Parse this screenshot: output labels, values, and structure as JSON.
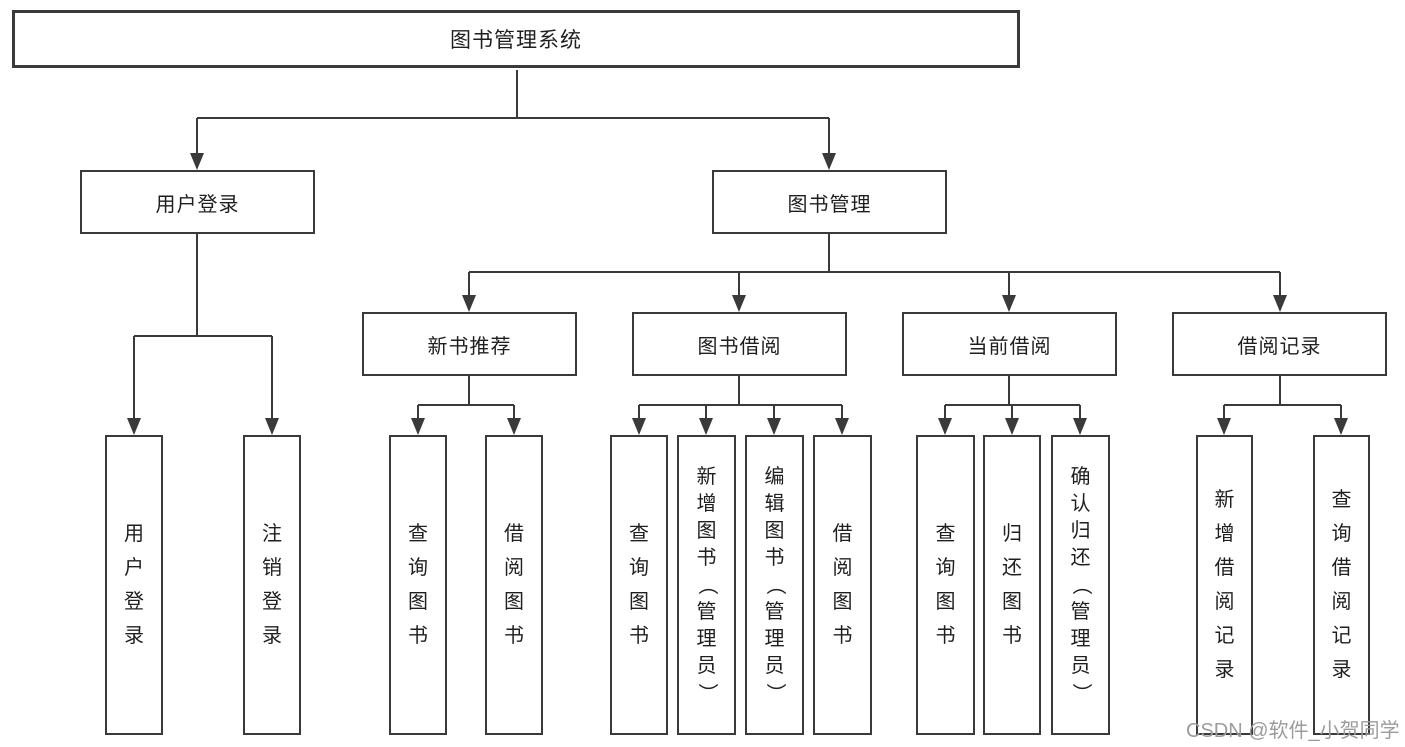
{
  "diagram": {
    "background": "#ffffff",
    "line_color": "#3a3a3a",
    "text_color": "#1f1f1f",
    "watermark": {
      "text": "CSDN @软件_小贺同学",
      "color": "#9c9c9c"
    },
    "nodes": {
      "root": {
        "label": "图书管理系统"
      },
      "login": {
        "label": "用户登录"
      },
      "mgmt": {
        "label": "图书管理"
      },
      "new_books": {
        "label": "新书推荐"
      },
      "book_borrow": {
        "label": "图书借阅"
      },
      "current_borrow": {
        "label": "当前借阅"
      },
      "borrow_records": {
        "label": "借阅记录"
      },
      "leaf_user_login": {
        "label": "用户登录"
      },
      "leaf_logout": {
        "label": "注销登录"
      },
      "leaf_new_query": {
        "label": "查询图书"
      },
      "leaf_new_borrow": {
        "label": "借阅图书"
      },
      "leaf_bb_query": {
        "label": "查询图书"
      },
      "leaf_bb_add": {
        "label": "新增图书（管理员）"
      },
      "leaf_bb_edit": {
        "label": "编辑图书（管理员）"
      },
      "leaf_bb_borrow": {
        "label": "借阅图书"
      },
      "leaf_cb_query": {
        "label": "查询图书"
      },
      "leaf_cb_return": {
        "label": "归还图书"
      },
      "leaf_cb_confirm": {
        "label": "确认归还（管理员）"
      },
      "leaf_br_add": {
        "label": "新增借阅记录"
      },
      "leaf_br_query": {
        "label": "查询借阅记录"
      }
    },
    "hierarchy": [
      {
        "parent": "图书管理系统",
        "children": [
          "用户登录",
          "图书管理"
        ]
      },
      {
        "parent": "用户登录",
        "children": [
          "用户登录",
          "注销登录"
        ]
      },
      {
        "parent": "图书管理",
        "children": [
          "新书推荐",
          "图书借阅",
          "当前借阅",
          "借阅记录"
        ]
      },
      {
        "parent": "新书推荐",
        "children": [
          "查询图书",
          "借阅图书"
        ]
      },
      {
        "parent": "图书借阅",
        "children": [
          "查询图书",
          "新增图书（管理员）",
          "编辑图书（管理员）",
          "借阅图书"
        ]
      },
      {
        "parent": "当前借阅",
        "children": [
          "查询图书",
          "归还图书",
          "确认归还（管理员）"
        ]
      },
      {
        "parent": "借阅记录",
        "children": [
          "新增借阅记录",
          "查询借阅记录"
        ]
      }
    ]
  }
}
